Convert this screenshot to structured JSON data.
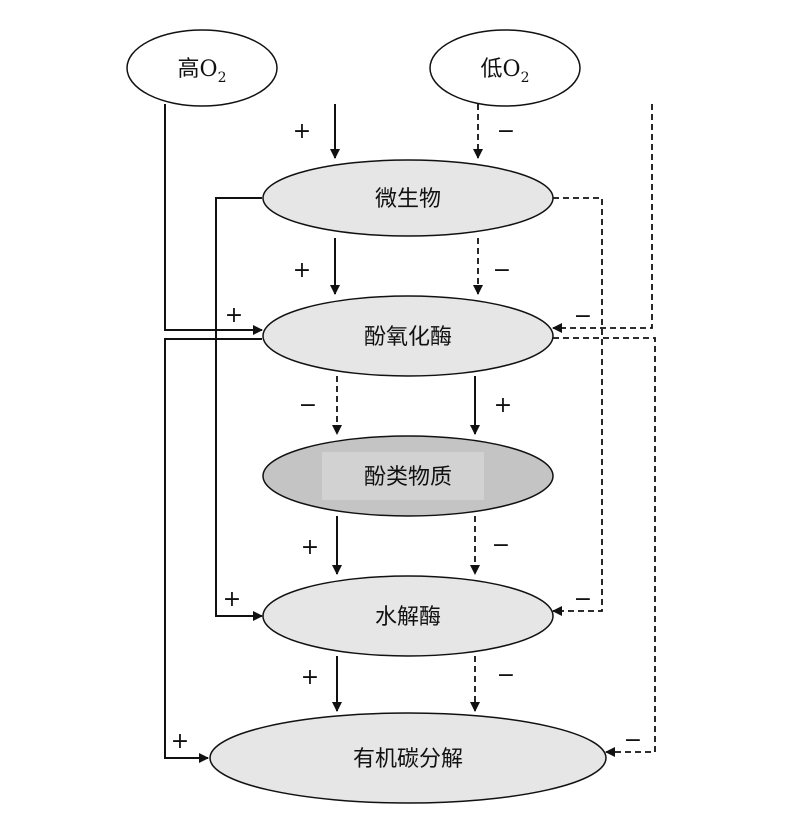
{
  "nodes": {
    "high_o2": {
      "text": "高O",
      "sub": "2"
    },
    "low_o2": {
      "text": "低O",
      "sub": "2"
    },
    "microbes": "微生物",
    "phenol_oxidase": "酚氧化酶",
    "phenolics": "酚类物质",
    "hydrolase": "水解酶",
    "carbon_decomp": "有机碳分解"
  },
  "signs": {
    "plus": "+",
    "minus": "−"
  },
  "colors": {
    "node_fill": "#e6e6e6",
    "phenolics_fill": "#c4c4c4",
    "top_fill": "#ffffff",
    "stroke": "#111111"
  }
}
